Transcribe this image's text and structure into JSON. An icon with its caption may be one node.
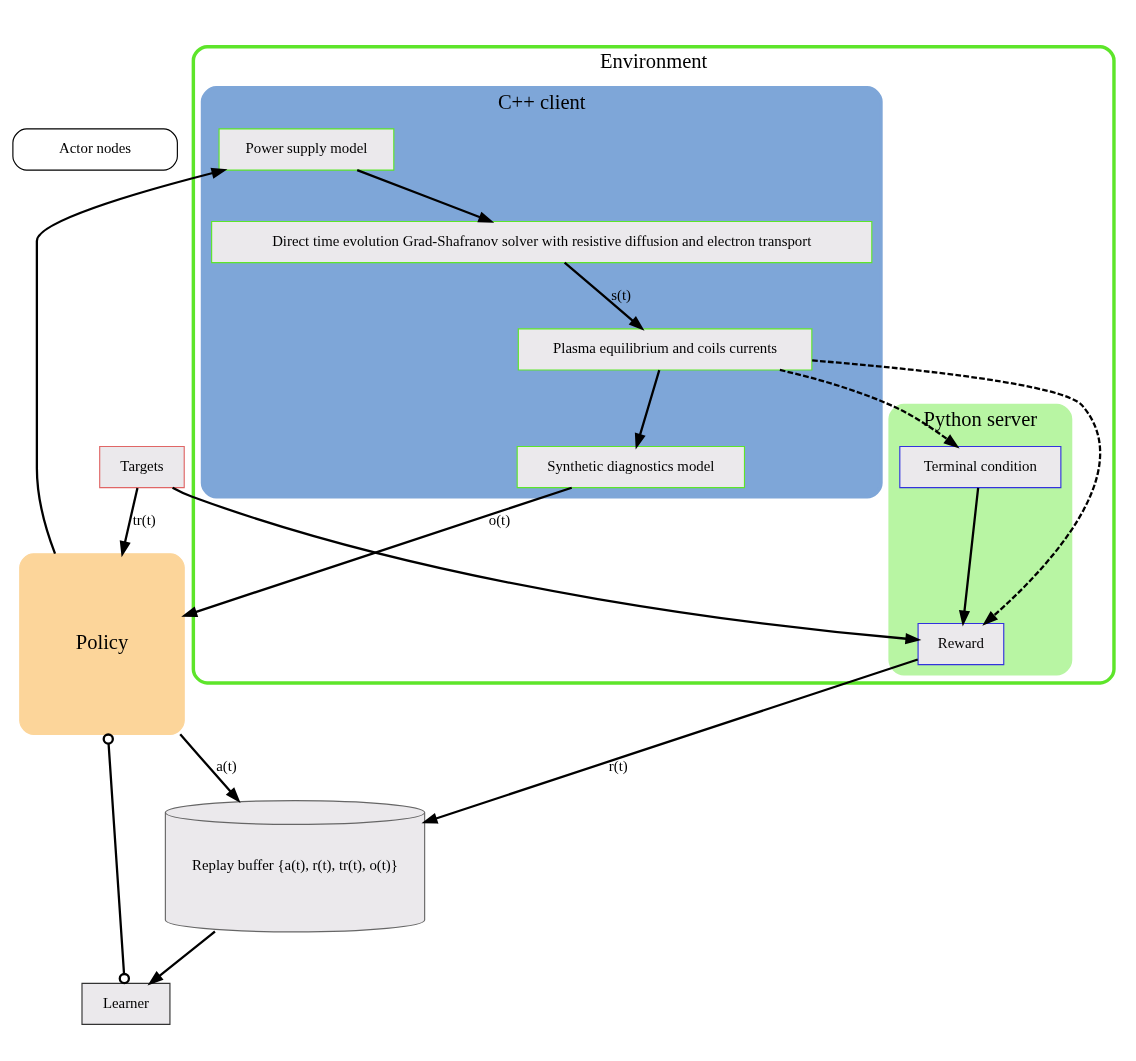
{
  "diagram": {
    "nodes": [
      {
        "text": [
          "Actor nodes"
        ]
      },
      {
        "text": [
          "Policy"
        ]
      },
      {
        "text": [
          "Learner"
        ]
      },
      {
        "text": [
          "Replay buffer {a(t), r(t), tr(t), o(t)}"
        ]
      },
      {
        "text": [
          "Targets"
        ]
      },
      {
        "text": [
          "Environment"
        ]
      },
      {
        "text": [
          "Python server"
        ],
        "in": 5
      },
      {
        "text": [
          "Terminal condition"
        ],
        "in": 6
      },
      {
        "text": [
          "Reward"
        ],
        "in": 6
      },
      {
        "text": [
          "C++ client"
        ],
        "in": 5
      },
      {
        "text": [
          "Synthetic diagnostics model"
        ],
        "in": 9
      },
      {
        "text": [
          "Power supply model"
        ],
        "in": 9
      },
      {
        "text": [
          "Plasma equilibrium and coils currents"
        ],
        "in": 9
      },
      {
        "text": [
          "Direct time evolution Grad-Shafranov solver with resistive diffusion and electron transport"
        ],
        "in": 9
      }
    ],
    "edges": [
      {
        "from": 1,
        "to": 2,
        "arrow": "other"
      },
      {
        "from": 3,
        "to": 2,
        "arrow": "to"
      },
      {
        "from": 4,
        "to": 1,
        "arrow": "to",
        "label": "tr(t)"
      },
      {
        "from": 10,
        "to": 1,
        "arrow": "to",
        "label": "o(t)"
      },
      {
        "from": 1,
        "to": 3,
        "arrow": "to",
        "label": "a(t)"
      },
      {
        "from": 8,
        "to": 3,
        "arrow": "to",
        "label": "r(t)"
      },
      {
        "from": 4,
        "to": 8,
        "arrow": "to"
      },
      {
        "from": 1,
        "to": 11,
        "arrow": "to"
      },
      {
        "from": 7,
        "to": 8,
        "arrow": "to"
      },
      {
        "from": 12,
        "to": 7,
        "arrow": "to",
        "style": "dashed"
      },
      {
        "from": 12,
        "to": 8,
        "arrow": "to",
        "style": "dashed"
      },
      {
        "from": 12,
        "to": 10,
        "arrow": "to"
      },
      {
        "from": 13,
        "to": 12,
        "arrow": "to",
        "label": "s(t)"
      },
      {
        "from": 11,
        "to": 13,
        "arrow": "to"
      }
    ]
  }
}
